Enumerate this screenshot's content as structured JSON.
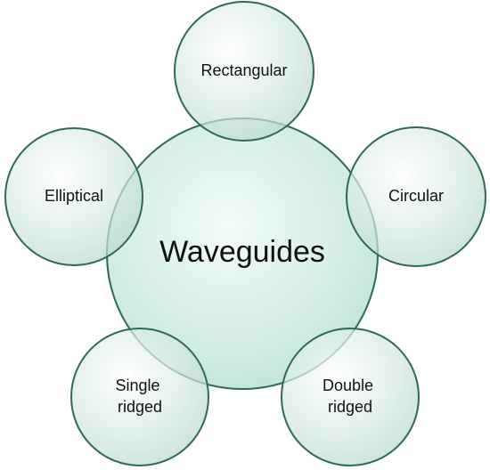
{
  "colors": {
    "circle_fill": "#cfe8de",
    "circle_fill_center": "#c6e8df",
    "circle_stroke": "#2f6b4f",
    "text": "#111111"
  },
  "diagram": {
    "center": {
      "label": "Waveguides"
    },
    "nodes": [
      {
        "id": "rectangular",
        "lines": [
          "Rectangular"
        ]
      },
      {
        "id": "circular",
        "lines": [
          "Circular"
        ]
      },
      {
        "id": "double-ridged",
        "lines": [
          "Double",
          "ridged"
        ]
      },
      {
        "id": "single-ridged",
        "lines": [
          "Single",
          "ridged"
        ]
      },
      {
        "id": "elliptical",
        "lines": [
          "Elliptical"
        ]
      }
    ]
  }
}
